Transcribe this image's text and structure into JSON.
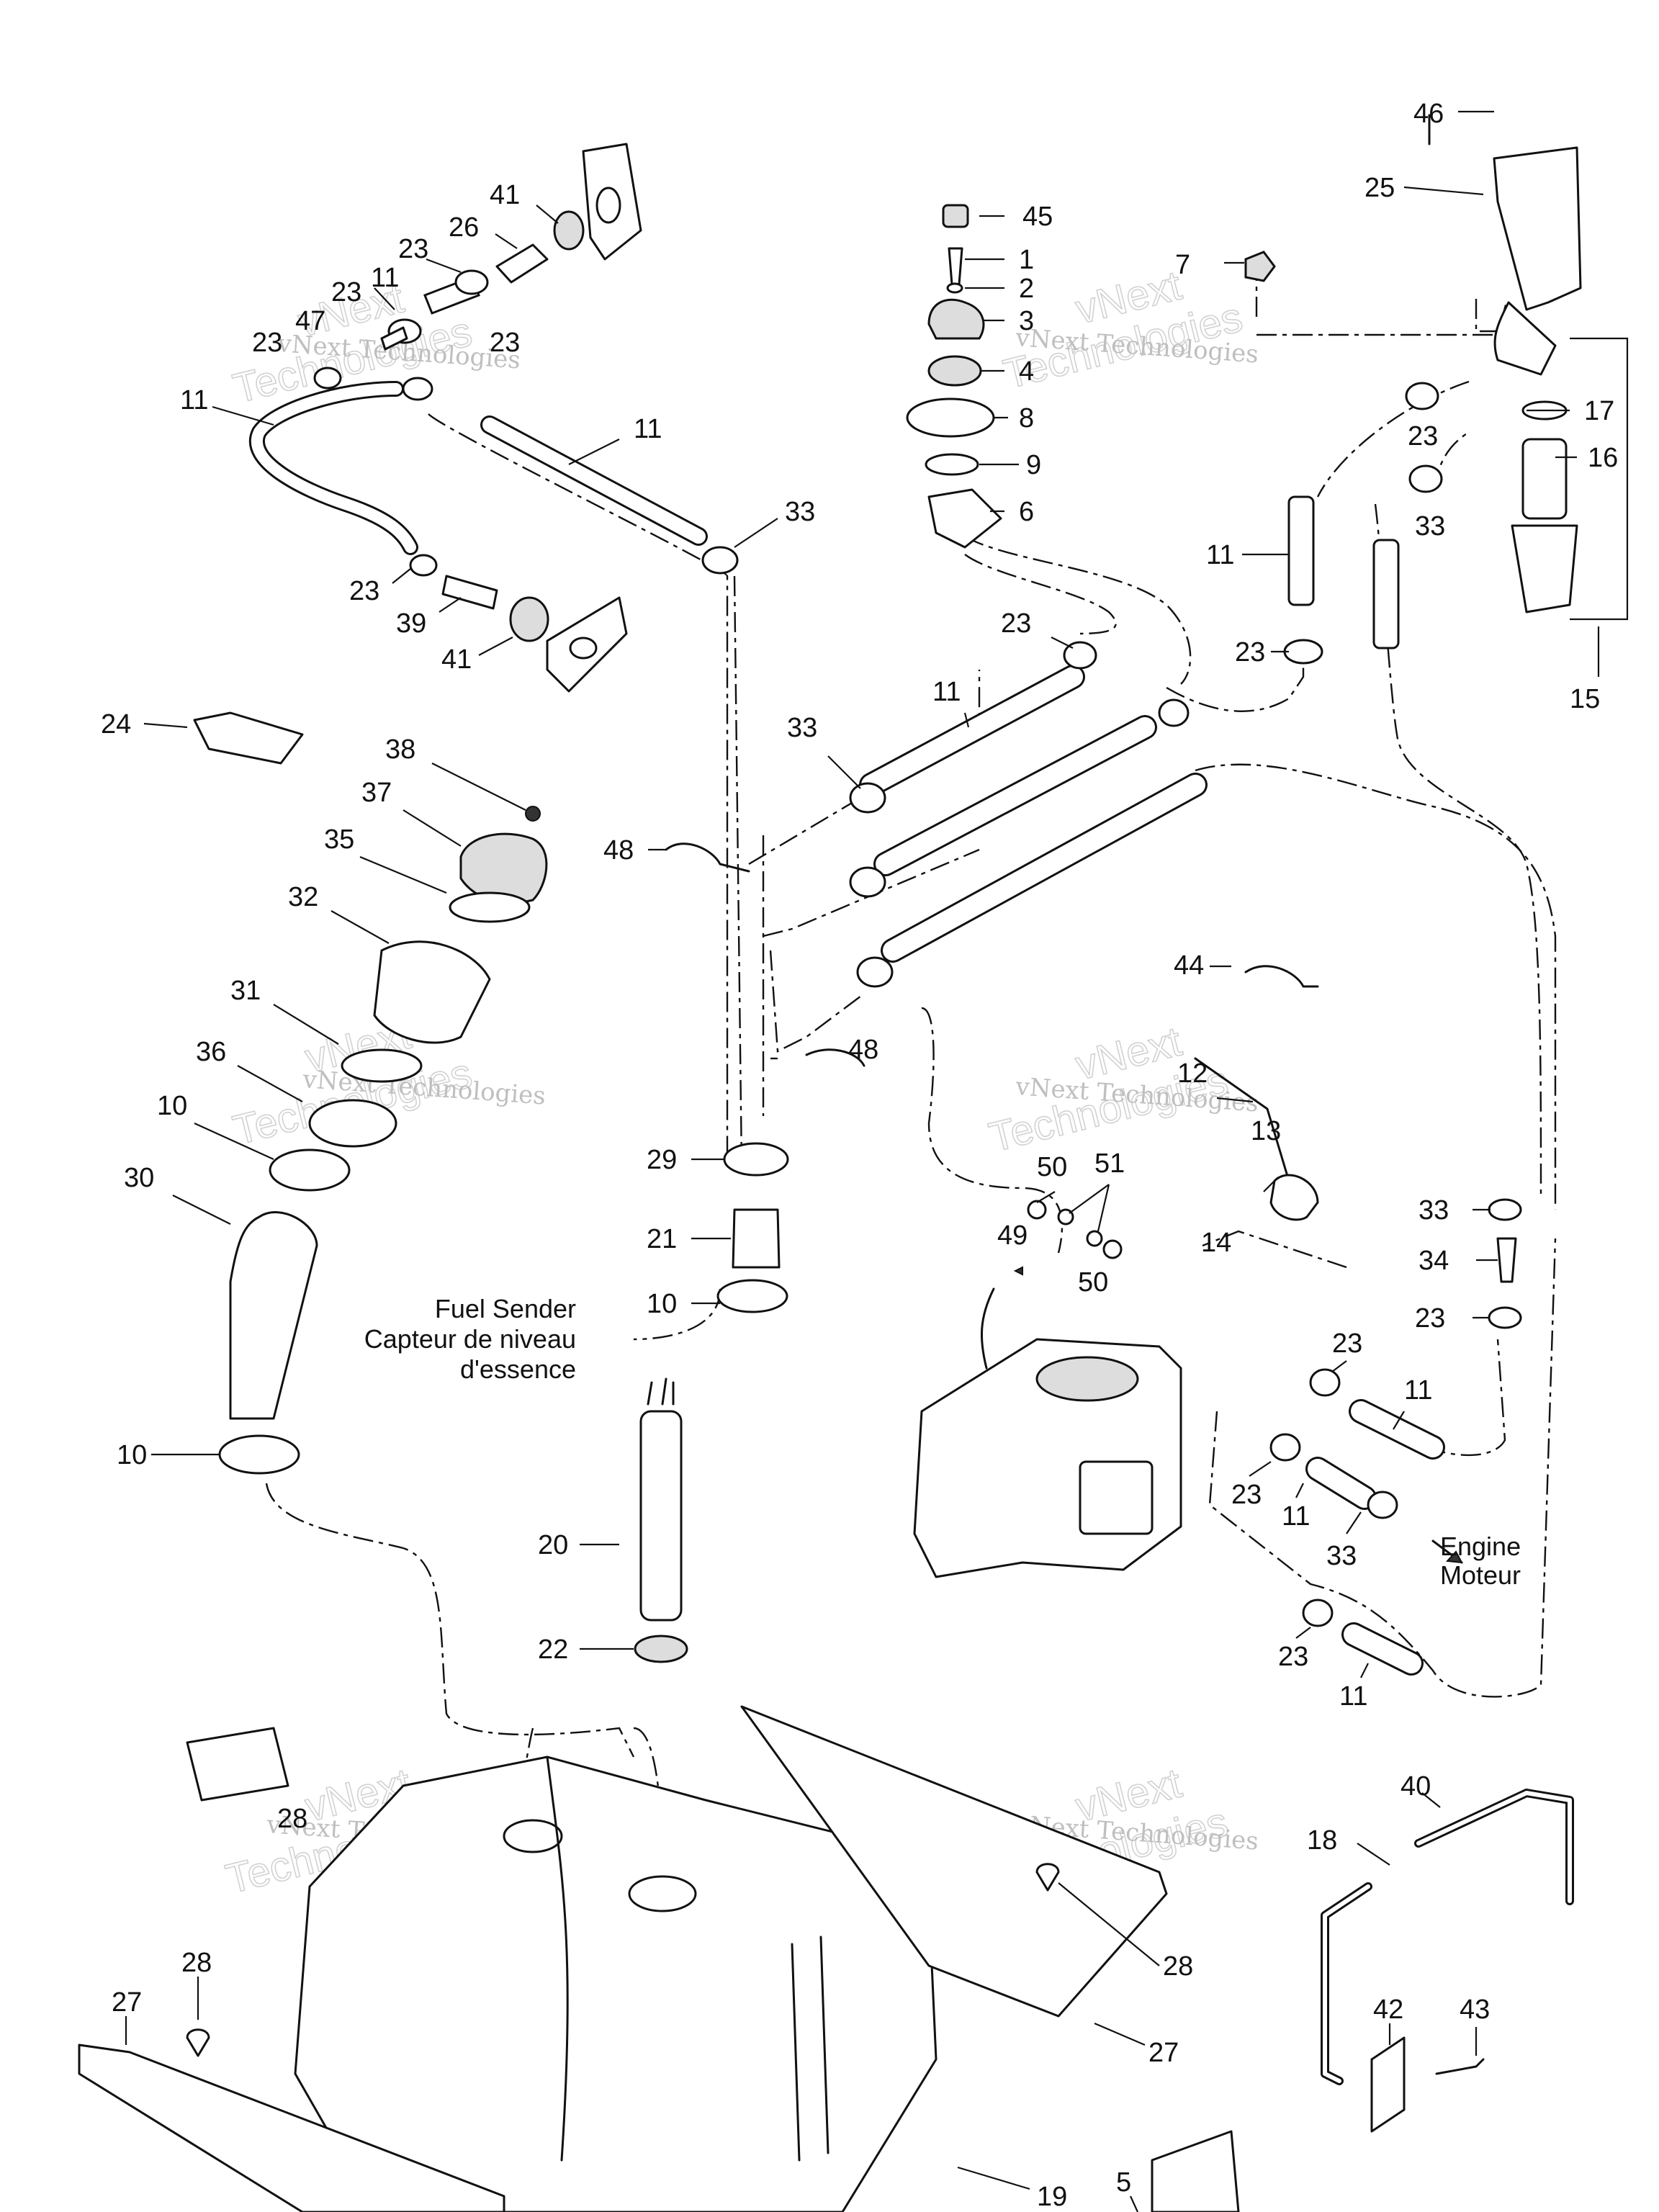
{
  "callouts": [
    {
      "id": "c46",
      "label": "46"
    },
    {
      "id": "c25",
      "label": "25"
    },
    {
      "id": "c7",
      "label": "7"
    },
    {
      "id": "c45",
      "label": "45"
    },
    {
      "id": "c1",
      "label": "1"
    },
    {
      "id": "c2",
      "label": "2"
    },
    {
      "id": "c3",
      "label": "3"
    },
    {
      "id": "c4",
      "label": "4"
    },
    {
      "id": "c8",
      "label": "8"
    },
    {
      "id": "c9",
      "label": "9"
    },
    {
      "id": "c6",
      "label": "6"
    },
    {
      "id": "c41a",
      "label": "41"
    },
    {
      "id": "c26",
      "label": "26"
    },
    {
      "id": "c23a",
      "label": "23"
    },
    {
      "id": "c11a",
      "label": "11"
    },
    {
      "id": "c23b",
      "label": "23"
    },
    {
      "id": "c47",
      "label": "47"
    },
    {
      "id": "c23c",
      "label": "23"
    },
    {
      "id": "c23d",
      "label": "23"
    },
    {
      "id": "c11b",
      "label": "11"
    },
    {
      "id": "c11c",
      "label": "11"
    },
    {
      "id": "c33a",
      "label": "33"
    },
    {
      "id": "c23e",
      "label": "23"
    },
    {
      "id": "c39",
      "label": "39"
    },
    {
      "id": "c41b",
      "label": "41"
    },
    {
      "id": "c17",
      "label": "17"
    },
    {
      "id": "c16",
      "label": "16"
    },
    {
      "id": "c23f",
      "label": "23"
    },
    {
      "id": "c33b",
      "label": "33"
    },
    {
      "id": "c11d",
      "label": "11"
    },
    {
      "id": "c23g",
      "label": "23"
    },
    {
      "id": "c23h",
      "label": "23"
    },
    {
      "id": "c15",
      "label": "15"
    },
    {
      "id": "c11e",
      "label": "11"
    },
    {
      "id": "c33c",
      "label": "33"
    },
    {
      "id": "c24",
      "label": "24"
    },
    {
      "id": "c38",
      "label": "38"
    },
    {
      "id": "c37",
      "label": "37"
    },
    {
      "id": "c35",
      "label": "35"
    },
    {
      "id": "c48a",
      "label": "48"
    },
    {
      "id": "c32",
      "label": "32"
    },
    {
      "id": "c44",
      "label": "44"
    },
    {
      "id": "c31",
      "label": "31"
    },
    {
      "id": "c48b",
      "label": "48"
    },
    {
      "id": "c36",
      "label": "36"
    },
    {
      "id": "c12",
      "label": "12"
    },
    {
      "id": "c10a",
      "label": "10"
    },
    {
      "id": "c13",
      "label": "13"
    },
    {
      "id": "c29",
      "label": "29"
    },
    {
      "id": "c30",
      "label": "30"
    },
    {
      "id": "c50a",
      "label": "50"
    },
    {
      "id": "c51",
      "label": "51"
    },
    {
      "id": "c14",
      "label": "14"
    },
    {
      "id": "c33d",
      "label": "33"
    },
    {
      "id": "c21",
      "label": "21"
    },
    {
      "id": "c49",
      "label": "49"
    },
    {
      "id": "c50b",
      "label": "50"
    },
    {
      "id": "c34",
      "label": "34"
    },
    {
      "id": "c10b",
      "label": "10"
    },
    {
      "id": "c23i",
      "label": "23"
    },
    {
      "id": "c23j",
      "label": "23"
    },
    {
      "id": "c11f",
      "label": "11"
    },
    {
      "id": "c10c",
      "label": "10"
    },
    {
      "id": "c23k",
      "label": "23"
    },
    {
      "id": "c11g",
      "label": "11"
    },
    {
      "id": "c33e",
      "label": "33"
    },
    {
      "id": "c20",
      "label": "20"
    },
    {
      "id": "c22",
      "label": "22"
    },
    {
      "id": "c23l",
      "label": "23"
    },
    {
      "id": "c11h",
      "label": "11"
    },
    {
      "id": "c40",
      "label": "40"
    },
    {
      "id": "c18",
      "label": "18"
    },
    {
      "id": "c28a",
      "label": "28"
    },
    {
      "id": "c28b",
      "label": "28"
    },
    {
      "id": "c27a",
      "label": "27"
    },
    {
      "id": "c42",
      "label": "42"
    },
    {
      "id": "c43",
      "label": "43"
    },
    {
      "id": "c27b",
      "label": "27"
    },
    {
      "id": "c19",
      "label": "19"
    },
    {
      "id": "c5",
      "label": "5"
    },
    {
      "id": "c28c",
      "label": "28"
    }
  ],
  "notes": {
    "fuel_sender": [
      "Fuel Sender",
      "Capteur de niveau",
      "d'essence"
    ],
    "engine": [
      "Engine",
      "Moteur"
    ]
  },
  "watermark": {
    "line1": "vNext",
    "line2": "Technologies",
    "small": "vNext Technologies"
  }
}
